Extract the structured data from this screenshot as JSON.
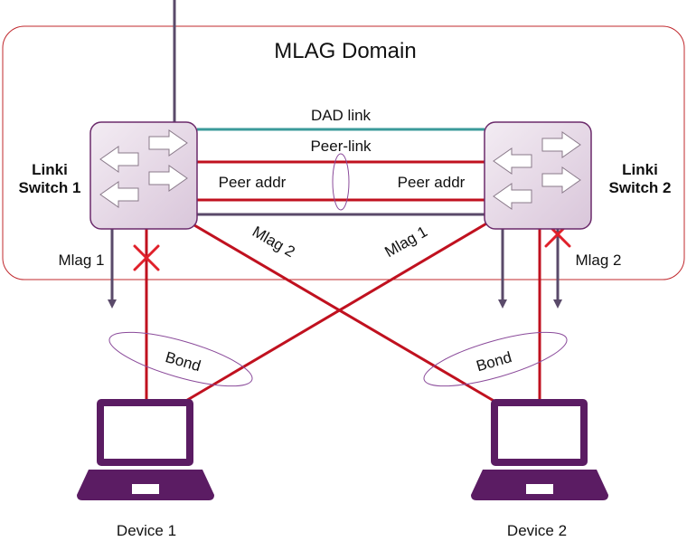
{
  "domain": {
    "title": "MLAG Domain",
    "border_color": "#c0282d"
  },
  "switches": {
    "left_line1": "Linki",
    "left_line2": "Switch 1",
    "right_line1": "Linki",
    "right_line2": "Switch 2",
    "icon": "switch-arrows-icon",
    "fill_color": "#e9dde9",
    "border_color": "#6b2a6b"
  },
  "links": {
    "dad_link": "DAD link",
    "peer_link": "Peer-link",
    "peer_addr_left": "Peer addr",
    "peer_addr_right": "Peer addr",
    "dad_color": "#3a9a9a",
    "peer_color": "#c0111f"
  },
  "mlag": {
    "left_mlag1": "Mlag 1",
    "left_mlag2": "Mlag 2",
    "right_mlag1": "Mlag 1",
    "right_mlag2": "Mlag 2",
    "arrow_color": "#5a4a6a",
    "fail_icon": "x-mark-icon"
  },
  "bonds": {
    "left": "Bond",
    "right": "Bond",
    "ellipse_color": "#8a4a9a"
  },
  "devices": {
    "left": "Device 1",
    "right": "Device 2",
    "icon": "laptop-icon",
    "color": "#5b1c63"
  }
}
